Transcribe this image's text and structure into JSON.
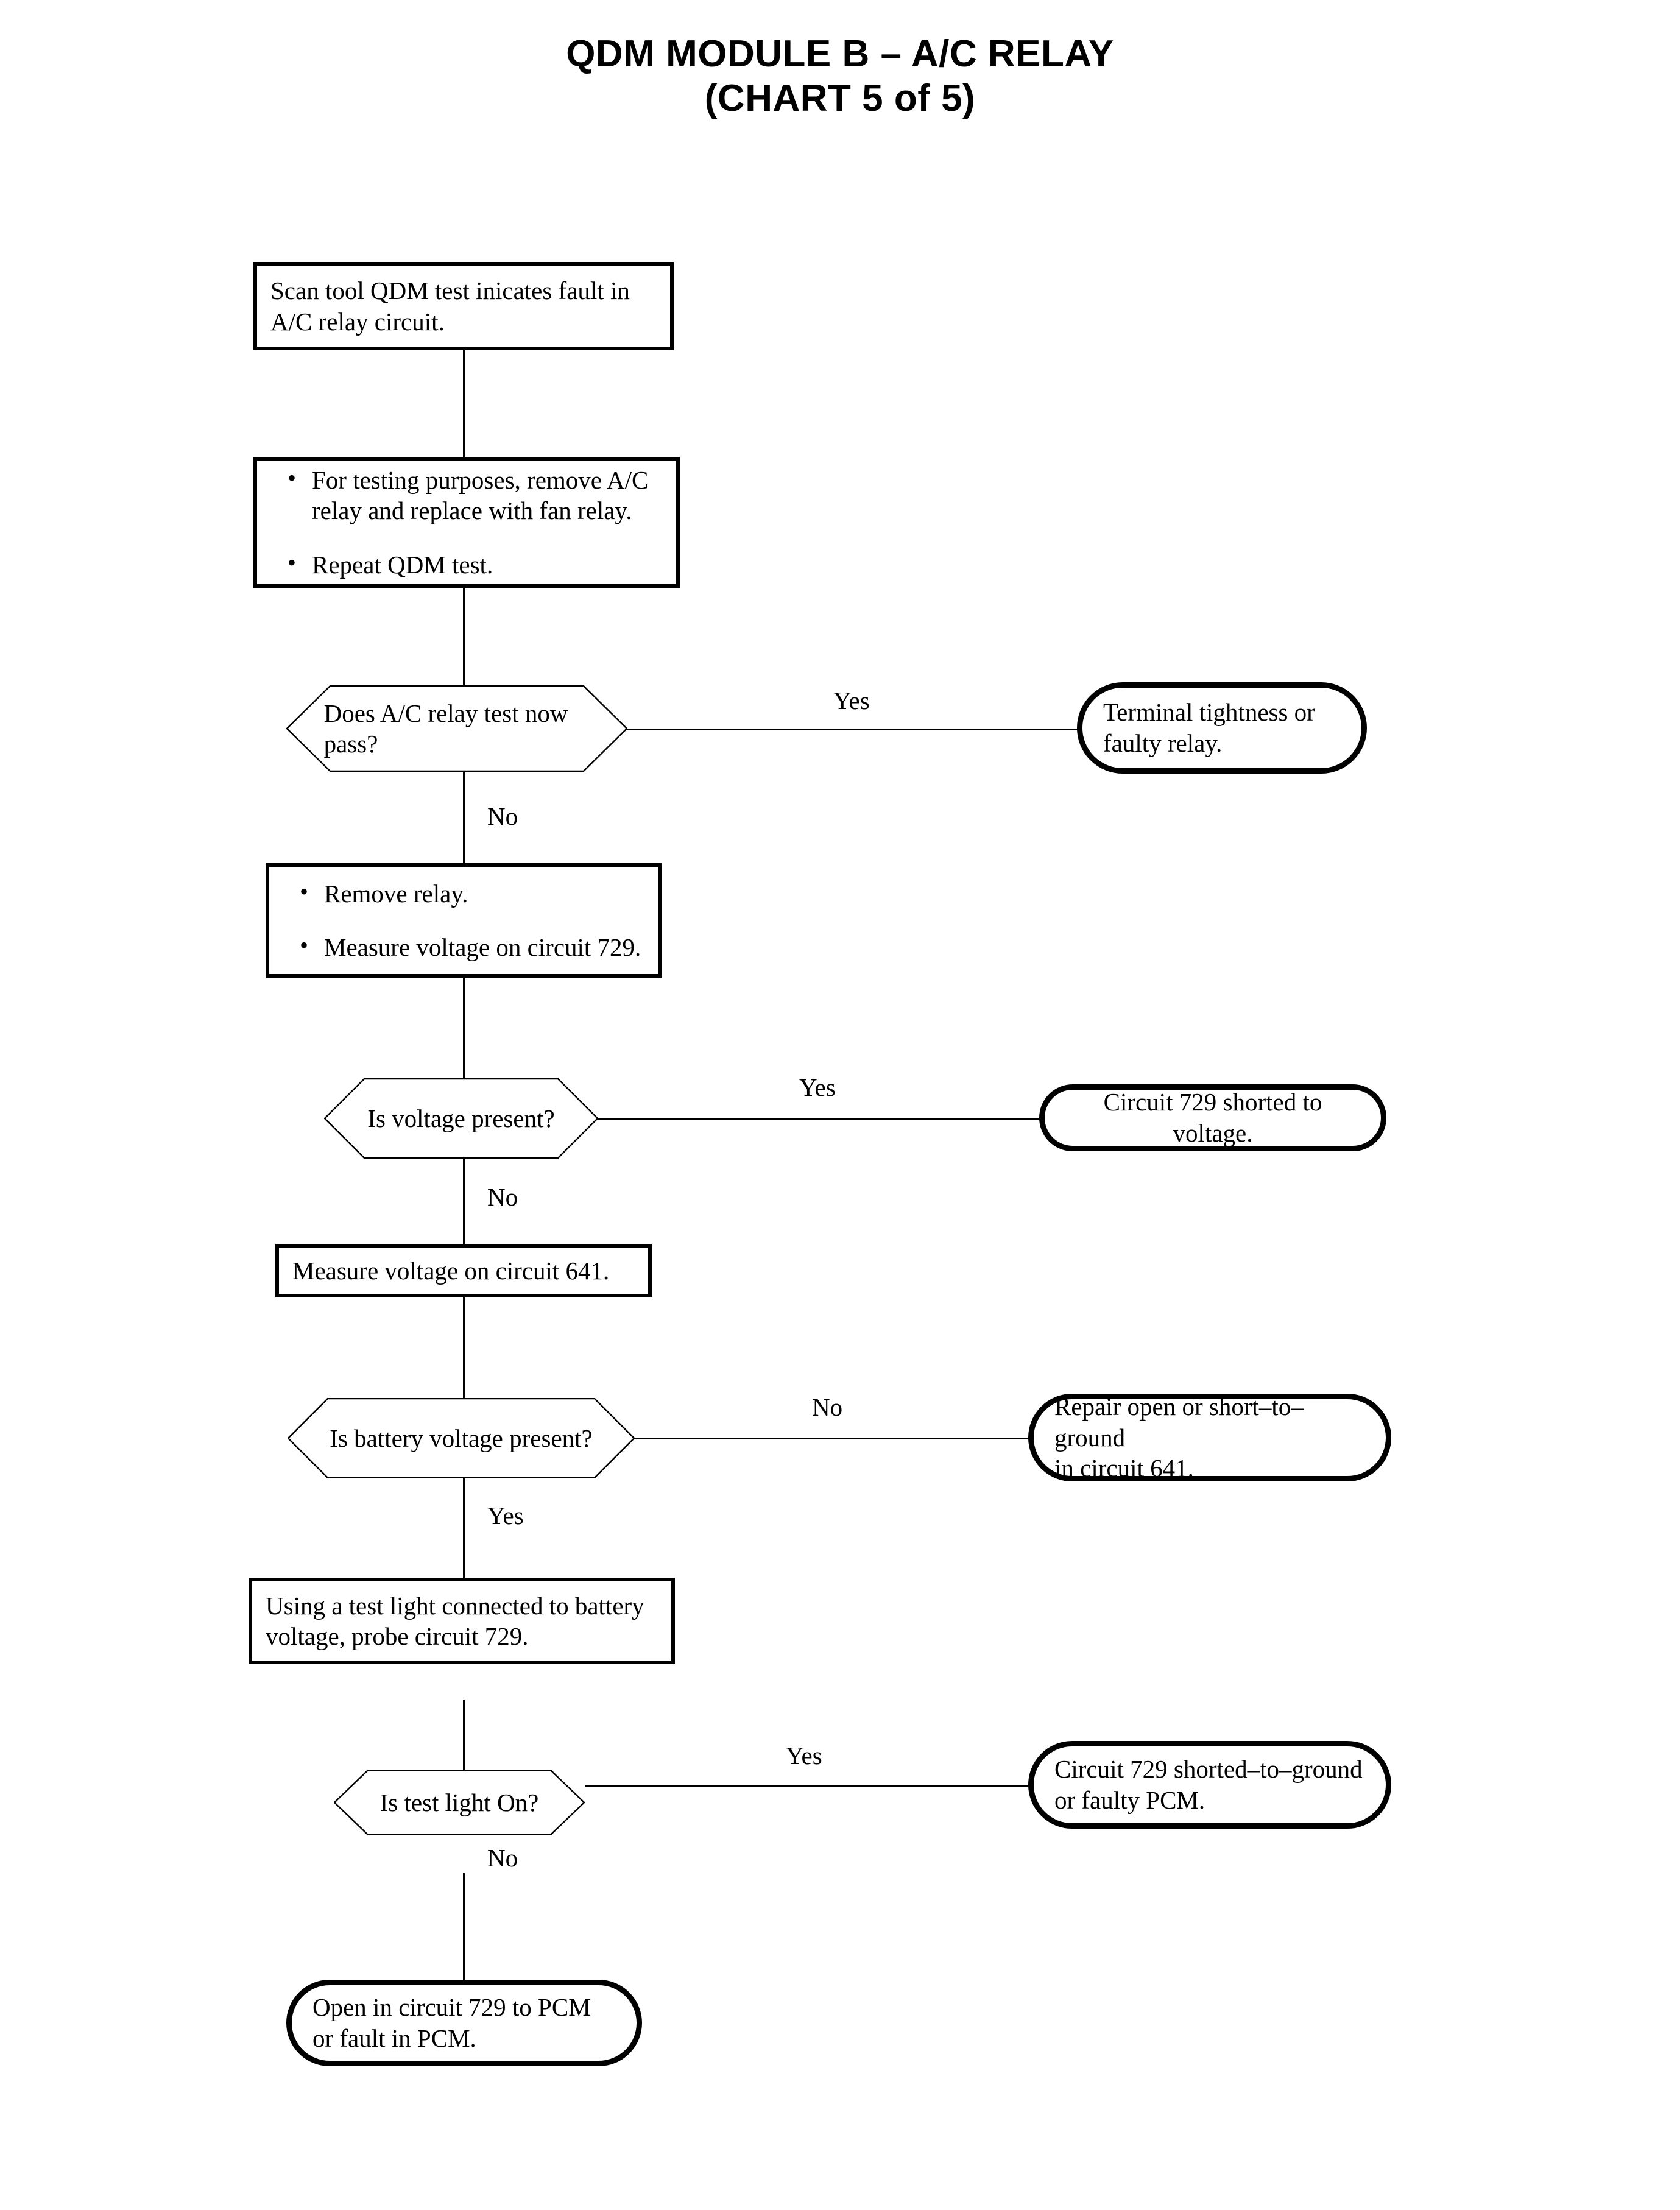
{
  "document": {
    "title_line1": "QDM MODULE B – A/C RELAY",
    "title_line2": "(CHART 5 of 5)"
  },
  "chart_data": {
    "type": "flowchart",
    "title": "QDM MODULE B – A/C RELAY (CHART 5 of 5)",
    "orientation": "top-to-bottom with right-side outcome branches",
    "nodes": [
      {
        "id": "n1",
        "shape": "process",
        "text": "Scan tool QDM test inicates fault in A/C relay circuit."
      },
      {
        "id": "n2",
        "shape": "process",
        "bullets": [
          "For testing purposes, remove A/C relay and replace with fan relay.",
          "Repeat QDM test."
        ]
      },
      {
        "id": "d1",
        "shape": "decision",
        "text": "Does A/C relay test now pass?"
      },
      {
        "id": "t1",
        "shape": "terminator",
        "text": "Terminal tightness or faulty relay."
      },
      {
        "id": "n3",
        "shape": "process",
        "bullets": [
          "Remove relay.",
          "Measure voltage on circuit 729."
        ]
      },
      {
        "id": "d2",
        "shape": "decision",
        "text": "Is voltage present?"
      },
      {
        "id": "t2",
        "shape": "terminator",
        "text": "Circuit 729 shorted to voltage."
      },
      {
        "id": "n4",
        "shape": "process",
        "text": "Measure voltage on circuit 641."
      },
      {
        "id": "d3",
        "shape": "decision",
        "text": "Is battery voltage present?"
      },
      {
        "id": "t3",
        "shape": "terminator",
        "text": "Repair open or short–to–ground in circuit 641."
      },
      {
        "id": "n5",
        "shape": "process",
        "text": "Using a test light connected to battery voltage, probe circuit 729."
      },
      {
        "id": "d4",
        "shape": "decision",
        "text": "Is test light On?"
      },
      {
        "id": "t4",
        "shape": "terminator",
        "text": "Circuit 729 shorted–to–ground or faulty PCM."
      },
      {
        "id": "t5",
        "shape": "terminator",
        "text": "Open in circuit 729 to PCM or fault in PCM."
      }
    ],
    "edges": [
      {
        "from": "n1",
        "to": "n2",
        "label": ""
      },
      {
        "from": "n2",
        "to": "d1",
        "label": ""
      },
      {
        "from": "d1",
        "to": "t1",
        "label": "Yes"
      },
      {
        "from": "d1",
        "to": "n3",
        "label": "No"
      },
      {
        "from": "n3",
        "to": "d2",
        "label": ""
      },
      {
        "from": "d2",
        "to": "t2",
        "label": "Yes"
      },
      {
        "from": "d2",
        "to": "n4",
        "label": "No"
      },
      {
        "from": "n4",
        "to": "d3",
        "label": ""
      },
      {
        "from": "d3",
        "to": "t3",
        "label": "No"
      },
      {
        "from": "d3",
        "to": "n5",
        "label": "Yes"
      },
      {
        "from": "n5",
        "to": "d4",
        "label": ""
      },
      {
        "from": "d4",
        "to": "t4",
        "label": "Yes"
      },
      {
        "from": "d4",
        "to": "t5",
        "label": "No"
      }
    ]
  },
  "nodes": {
    "n1": {
      "line1": "Scan tool QDM test inicates fault in",
      "line2": "A/C relay circuit."
    },
    "n2": {
      "b1_line1": "For testing purposes, remove A/C",
      "b1_line2": "relay and replace with fan relay.",
      "b2": "Repeat QDM test."
    },
    "d1": {
      "line1": "Does A/C relay test now",
      "line2": "pass?"
    },
    "t1": {
      "line1": "Terminal tightness or",
      "line2": "faulty relay."
    },
    "n3": {
      "b1": "Remove relay.",
      "b2": "Measure voltage on circuit 729."
    },
    "d2": {
      "line1": "Is voltage present?"
    },
    "t2": {
      "line1": "Circuit 729 shorted to voltage."
    },
    "n4": {
      "line1": "Measure voltage on circuit 641."
    },
    "d3": {
      "line1": "Is battery voltage present?"
    },
    "t3": {
      "line1": "Repair open or short–to–ground",
      "line2": "in circuit 641."
    },
    "n5": {
      "line1": "Using a test light connected to battery",
      "line2": "voltage, probe circuit 729."
    },
    "d4": {
      "line1": "Is test light On?"
    },
    "t4": {
      "line1": "Circuit 729 shorted–to–ground",
      "line2": "or faulty PCM."
    },
    "t5": {
      "line1": "Open in circuit 729 to PCM",
      "line2": "or fault in PCM."
    }
  },
  "edge_labels": {
    "d1_yes": "Yes",
    "d1_no": "No",
    "d2_yes": "Yes",
    "d2_no": "No",
    "d3_no": "No",
    "d3_yes": "Yes",
    "d4_yes": "Yes",
    "d4_no": "No"
  },
  "colors": {
    "ink": "#000000",
    "paper": "#ffffff"
  }
}
